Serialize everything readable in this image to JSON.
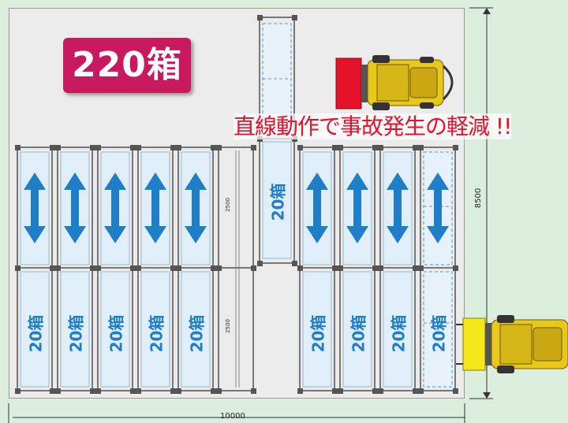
{
  "badge": {
    "text": "220箱",
    "color": "#c8195e"
  },
  "warning": {
    "text": "直線動作で事故発生の軽減 !!",
    "color": "#e4132b"
  },
  "dimensions": {
    "width": "10000",
    "height": "8500",
    "bay": "2500"
  },
  "box_label": "20箱",
  "colors": {
    "arrow": "#1f7ec8",
    "box_text": "#1f7ec8",
    "forklift_body": "#e8c81a",
    "fork_red": "#e4132b",
    "fork_yellow": "#f5e81a"
  },
  "icons": {
    "arrow": "double-arrow-icon",
    "forklift": "forklift-icon"
  }
}
